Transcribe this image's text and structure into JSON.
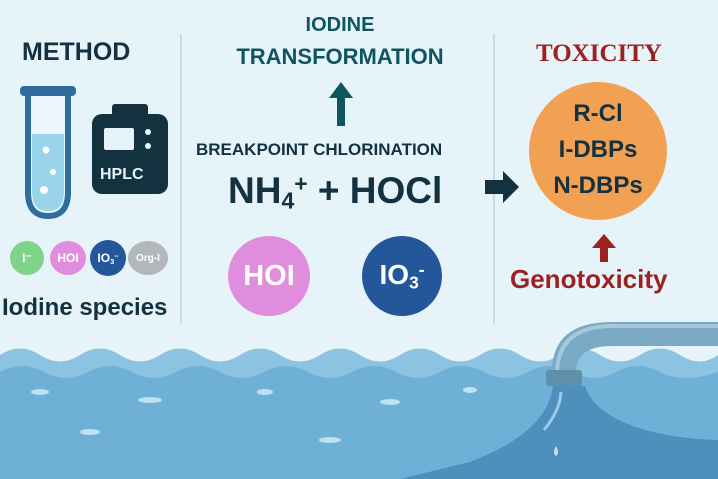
{
  "colors": {
    "teal": "#0f5560",
    "dark_navy": "#14313f",
    "crimson": "#9c2222",
    "toxicity_circle": "#f2a052",
    "hoi_pink": "#e18ddd",
    "io3_blue": "#23579a",
    "iodide_green": "#7fd48a",
    "org_gray": "#b2b7bc",
    "water": "#6fb1d6"
  },
  "method": {
    "heading": "METHOD",
    "hplc_label": "HPLC",
    "species": {
      "iodide": "I⁻",
      "hoi": "HOI",
      "iodate_base": "IO",
      "iodate_sub": "3",
      "iodate_sup": "−",
      "org": "Org-I"
    },
    "caption": "Iodine species"
  },
  "transformation": {
    "heading_line1": "IODINE",
    "heading_line2": "TRANSFORMATION",
    "arrow_icon": "arrow-up-icon",
    "process": "BREAKPOINT CHLORINATION",
    "equation": {
      "nh": "NH",
      "nh_sub": "4",
      "nh_sup": "+",
      "rest": " + HOCl"
    },
    "hoi_label": "HOI",
    "io3_base": "IO",
    "io3_sub": "3",
    "io3_sup": "-"
  },
  "connector_icon": "arrow-right-icon",
  "toxicity": {
    "heading": "TOXICITY",
    "items": [
      "R-Cl",
      "I-DBPs",
      "N-DBPs"
    ],
    "arrow_icon": "arrow-up-icon",
    "genotoxicity": "Genotoxicity"
  }
}
